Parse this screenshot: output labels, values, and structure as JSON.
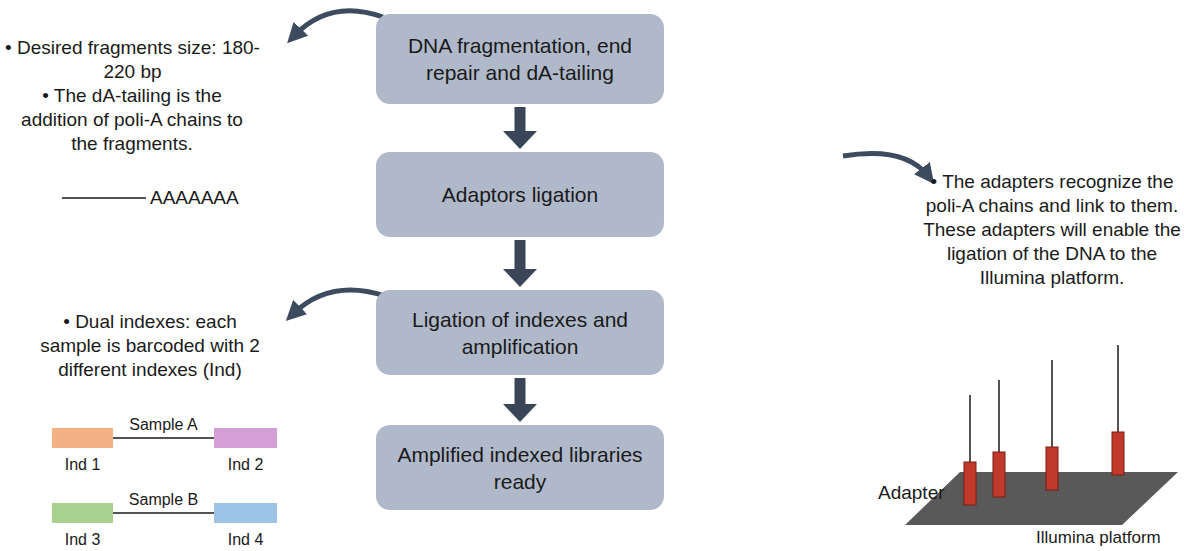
{
  "diagram": {
    "nodes": [
      {
        "text": [
          "DNA fragmentation, end repair and dA-tailing"
        ]
      },
      {
        "text": [
          "Adaptors ligation"
        ]
      },
      {
        "text": [
          "Ligation of indexes and amplification"
        ]
      },
      {
        "text": [
          "Amplified indexed libraries ready"
        ]
      },
      {
        "text": [
          "Ind 1"
        ]
      },
      {
        "text": [
          "Ind 2"
        ]
      },
      {
        "text": [
          "Ind 3"
        ]
      },
      {
        "text": [
          "Ind 4"
        ]
      }
    ],
    "edges": [
      {
        "from": 0,
        "to": 1,
        "arrow": "to"
      },
      {
        "from": 1,
        "to": 2,
        "arrow": "to"
      },
      {
        "from": 2,
        "to": 3,
        "arrow": "to"
      },
      {
        "from": 4,
        "to": 5,
        "label": "Sample A",
        "arrow": "none"
      },
      {
        "from": 6,
        "to": 7,
        "label": "Sample B",
        "arrow": "none"
      }
    ],
    "labels": [
      "• Desired fragments size: 180-220 bp",
      "• The dA-tailing is the addition of poli-A chains to the fragments.",
      "AAAAAAA",
      "• The adapters recognize the poli-A chains and link to them. These adapters will enable the ligation of the DNA to the Illumina platform.",
      "• Dual indexes: each sample is barcoded with 2 different indexes (Ind)",
      "Adapter",
      "Illumina platform"
    ]
  }
}
